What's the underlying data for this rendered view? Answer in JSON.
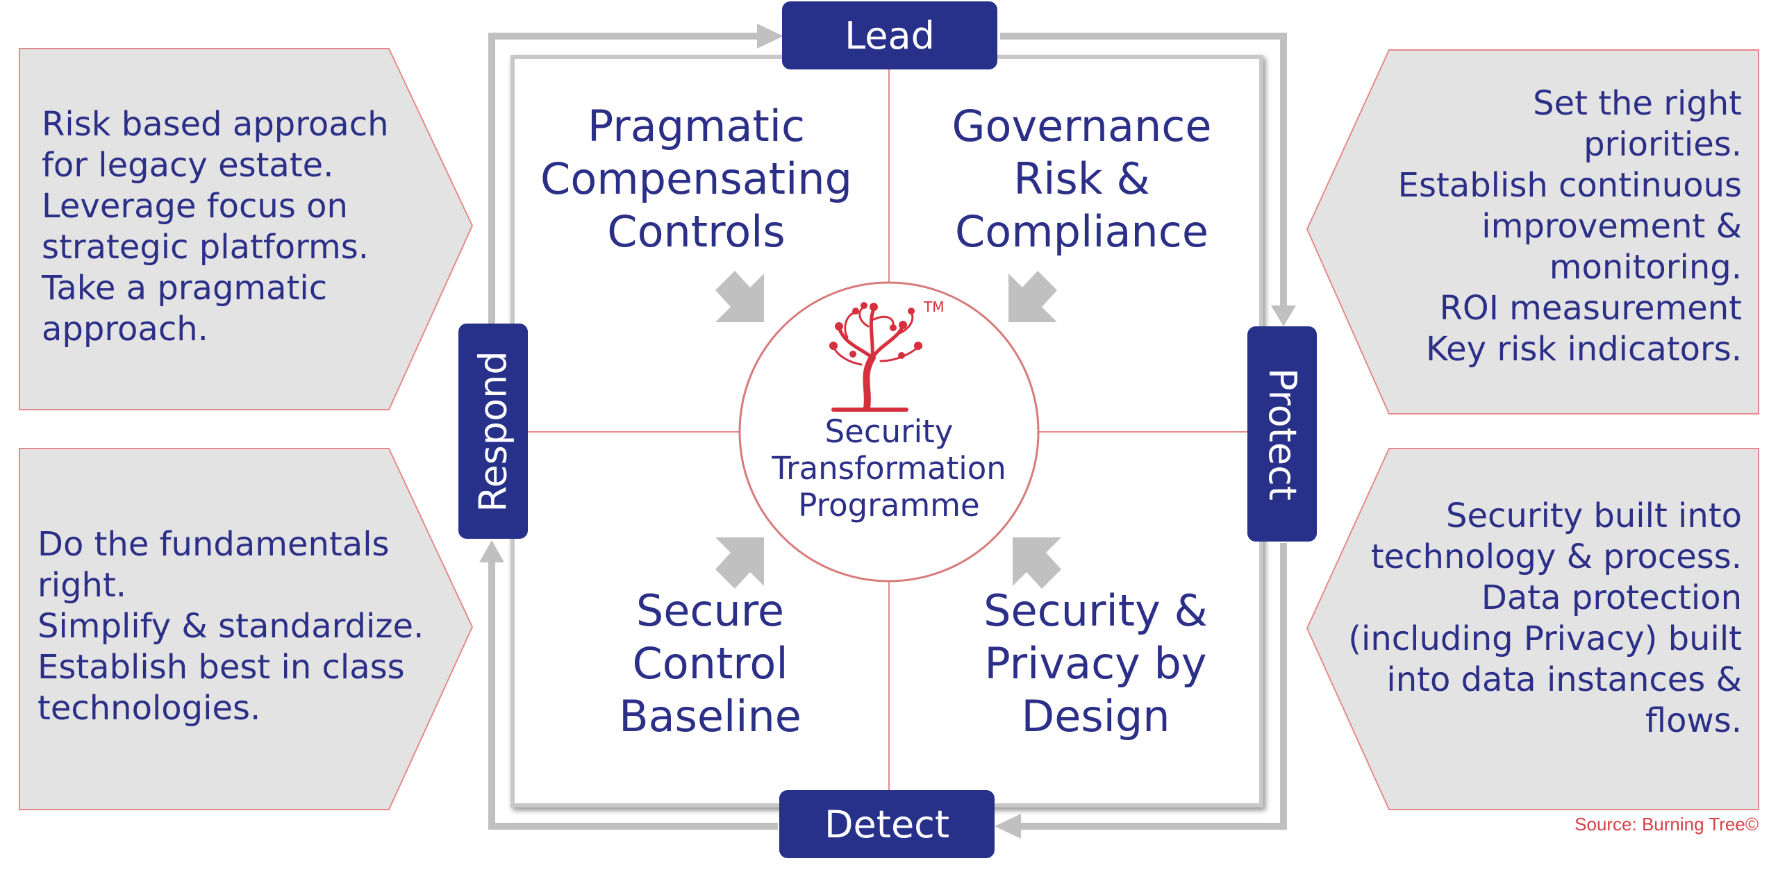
{
  "cycle": {
    "top": "Lead",
    "right": "Protect",
    "bottom": "Detect",
    "left": "Respond"
  },
  "quadrants": {
    "top_left": [
      "Pragmatic",
      "Compensating",
      "Controls"
    ],
    "top_right": [
      "Governance",
      "Risk &",
      "Compliance"
    ],
    "bottom_left": [
      "Secure",
      "Control",
      "Baseline"
    ],
    "bottom_right": [
      "Security &",
      "Privacy by",
      "Design"
    ]
  },
  "center": {
    "lines": [
      "Security",
      "Transformation",
      "Programme"
    ],
    "logo": "tree-logo-icon",
    "trademark": "TM"
  },
  "panels": {
    "top_left": [
      "Risk based approach",
      "for legacy estate.",
      "Leverage focus on",
      "strategic platforms.",
      "Take a pragmatic",
      "approach."
    ],
    "bottom_left": [
      "Do the fundamentals",
      "right.",
      "Simplify & standardize.",
      "Establish best in class",
      "technologies."
    ],
    "top_right": [
      "Set the right",
      "priorities.",
      "Establish continuous",
      "improvement &",
      "monitoring.",
      "ROI measurement",
      "Key risk indicators."
    ],
    "bottom_right": [
      "Security built into",
      "technology & process.",
      "Data protection",
      "(including Privacy) built",
      "into data instances &",
      "flows."
    ]
  },
  "source": "Source: Burning Tree©",
  "colors": {
    "navy": "#27318a",
    "text": "#2b2f87",
    "accent_red": "#d62f3d",
    "panel_fill": "#e3e3e3",
    "arrow_grey": "#c0c0c0"
  }
}
